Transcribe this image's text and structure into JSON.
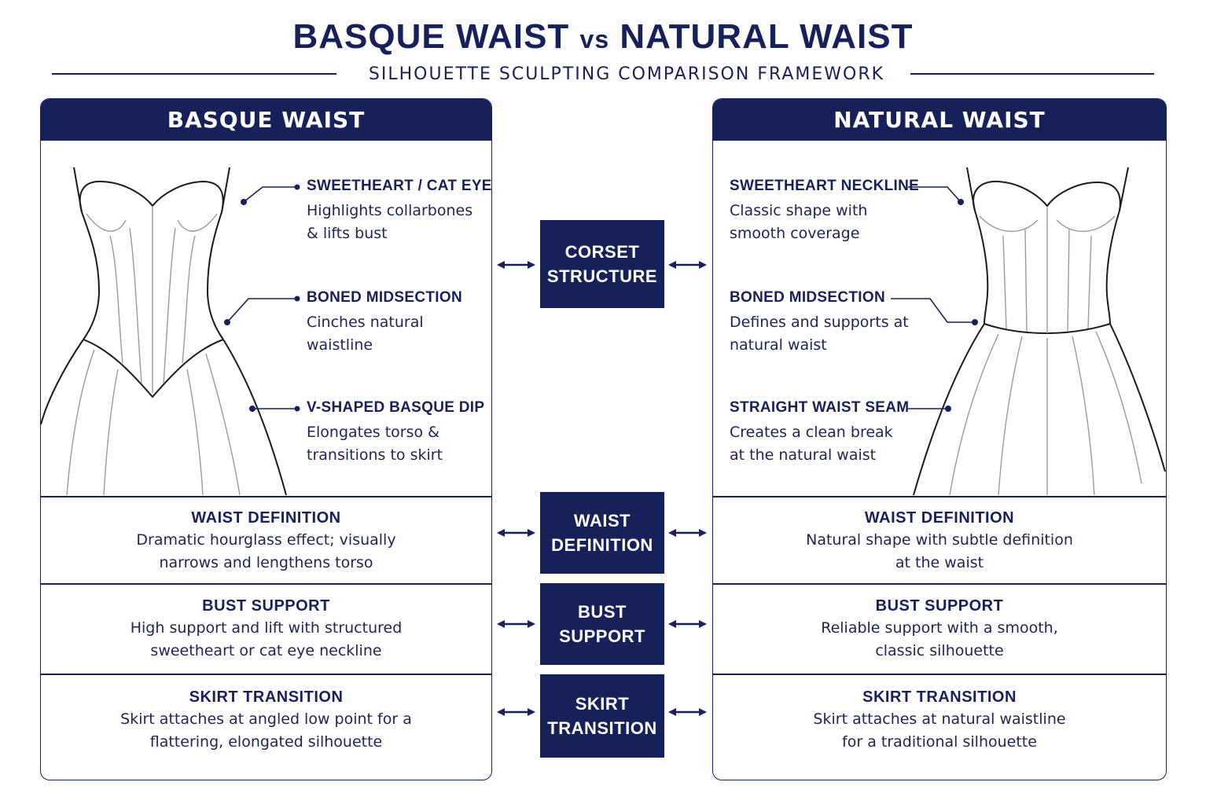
{
  "title": {
    "left": "BASQUE WAIST",
    "vs": "vs",
    "right": "NATURAL WAIST"
  },
  "subtitle": "SILHOUETTE SCULPTING COMPARISON FRAMEWORK",
  "left_panel": {
    "header": "BASQUE WAIST",
    "callouts": [
      {
        "title": "SWEETHEART / CAT EYE",
        "desc": "Highlights collarbones & lifts bust"
      },
      {
        "title": "BONED MIDSECTION",
        "desc": "Cinches natural waistline"
      },
      {
        "title": "V-SHAPED BASQUE DIP",
        "desc": "Elongates torso & transitions to skirt"
      }
    ],
    "rows": [
      {
        "title": "WAIST DEFINITION",
        "desc": "Dramatic hourglass effect; visually narrows and lengthens torso"
      },
      {
        "title": "BUST SUPPORT",
        "desc": "High support and lift with structured sweetheart or cat eye neckline"
      },
      {
        "title": "SKIRT TRANSITION",
        "desc": "Skirt attaches at angled low point for a flattering, elongated silhouette"
      }
    ]
  },
  "right_panel": {
    "header": "NATURAL WAIST",
    "callouts": [
      {
        "title": "SWEETHEART NECKLINE",
        "desc": "Classic shape with smooth coverage"
      },
      {
        "title": "BONED MIDSECTION",
        "desc": "Defines and supports at natural waist"
      },
      {
        "title": "STRAIGHT WAIST SEAM",
        "desc": "Creates a clean break at the natural waist"
      }
    ],
    "rows": [
      {
        "title": "WAIST DEFINITION",
        "desc": "Natural shape with subtle definition at the waist"
      },
      {
        "title": "BUST SUPPORT",
        "desc": "Reliable support with a smooth, classic silhouette"
      },
      {
        "title": "SKIRT TRANSITION",
        "desc": "Skirt attaches at natural waistline for a traditional silhouette"
      }
    ]
  },
  "center_labels": [
    {
      "line1": "CORSET",
      "line2": "STRUCTURE"
    },
    {
      "line1": "WAIST",
      "line2": "DEFINITION"
    },
    {
      "line1": "BUST",
      "line2": "SUPPORT"
    },
    {
      "line1": "SKIRT",
      "line2": "TRANSITION"
    }
  ],
  "colors": {
    "navy": "#16215a",
    "background": "#ffffff"
  },
  "icons": [
    "double-arrow-icon",
    "basque-dress-illustration",
    "natural-dress-illustration"
  ]
}
